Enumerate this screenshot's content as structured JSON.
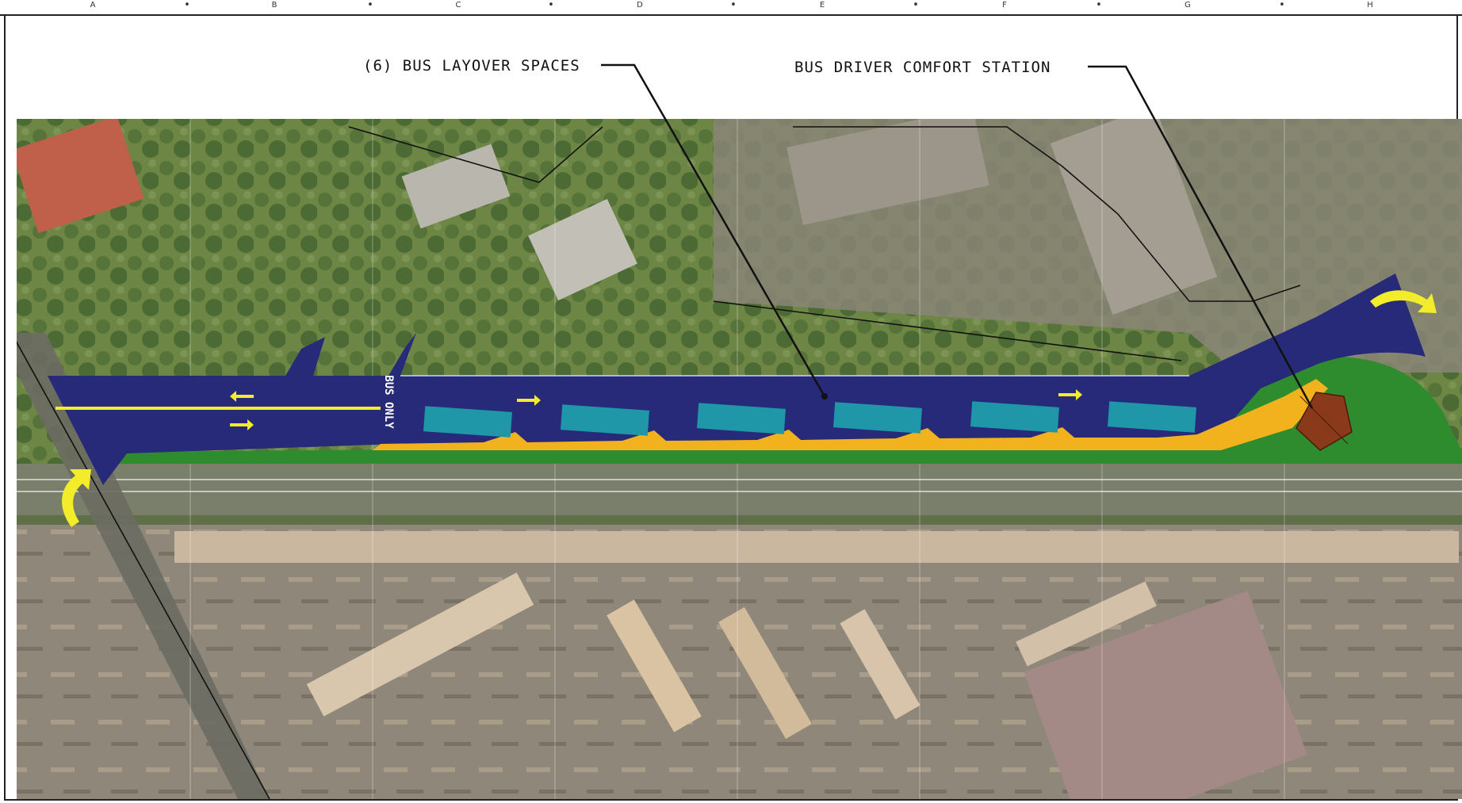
{
  "sheet": {
    "grid_letters": [
      "A",
      "B",
      "C",
      "D",
      "E",
      "F",
      "G",
      "H"
    ]
  },
  "callouts": {
    "layover": "(6) BUS LAYOVER SPACES",
    "comfort_station": "BUS DRIVER COMFORT STATION"
  },
  "pavement_marking": "BUS ONLY",
  "layover_spaces": 6,
  "colors": {
    "roadway": "#262a78",
    "bus_space": "#1f97a8",
    "curb_buffer": "#f2b21d",
    "landscape": "#2e8b2e",
    "comfort_station": "#8a3a1a",
    "arrow": "#f3ec2a",
    "aerial_vegetation": "#5f7a3c",
    "aerial_yard": "#8d8574"
  }
}
